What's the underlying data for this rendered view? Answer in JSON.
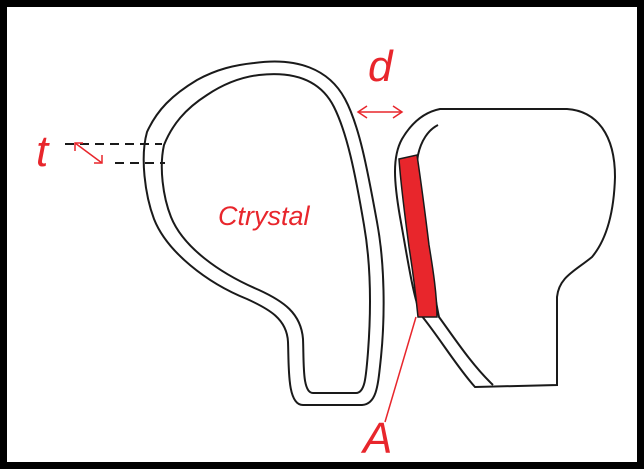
{
  "diagram": {
    "labels": {
      "d": "d",
      "t": "t",
      "crystal": "Ctrystal",
      "A": "A"
    },
    "colors": {
      "accent": "#e8262c",
      "outline": "#1a1a1a",
      "frame": "#000000"
    }
  }
}
